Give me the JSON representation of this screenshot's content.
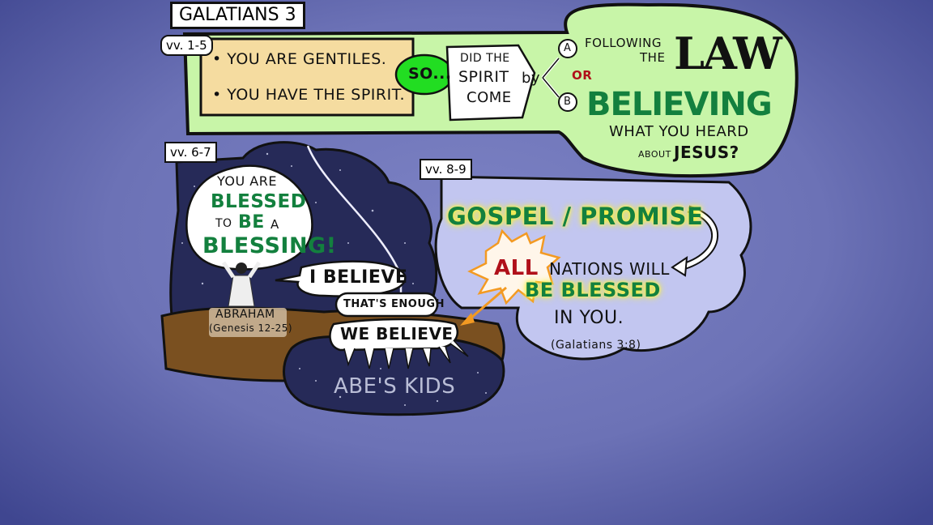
{
  "title": "GALATIANS 3",
  "section1": {
    "verse_label": "vv. 1-5",
    "facts": [
      "• YOU ARE GENTILES.",
      "• YOU HAVE THE SPIRIT."
    ],
    "so": "SO...",
    "question": [
      "DID THE",
      "SPIRIT",
      "COME"
    ],
    "by": "by",
    "option_a": "A",
    "option_b": "B",
    "or": "OR",
    "following_the": [
      "FOLLOWING",
      "THE"
    ],
    "law": "LAW",
    "believing": "BELIEVING",
    "what_you_heard": "WHAT YOU HEARD",
    "about": "ABOUT",
    "jesus": "JESUS?"
  },
  "section2": {
    "verse_label": "vv. 6-7",
    "bubble": {
      "you_are": "YOU ARE",
      "blessed": "BLESSED",
      "to": "TO",
      "be": "BE",
      "a": "A",
      "blessing": "BLESSING!"
    },
    "i_believe": "I BELIEVE",
    "thats_enough": "THAT'S ENOUGH",
    "abraham": "ABRAHAM",
    "genesis": "(Genesis 12-25)",
    "we_believe": "WE BELIEVE",
    "abes_kids": "ABE'S KIDS"
  },
  "section3": {
    "verse_label": "vv. 8-9",
    "gospel_promise": "GOSPEL / PROMISE",
    "all": "ALL",
    "nations_will": "NATIONS WILL",
    "be_blessed": "BE BLESSED",
    "in_you": "IN YOU.",
    "reference": "(Galatians 3:8)"
  },
  "colors": {
    "green_panel": "#c8f5a8",
    "tan_box": "#f5dca0",
    "so_green": "#22dd22",
    "text_green": "#13803e",
    "night": "#262a58",
    "ground": "#7a5020",
    "cloud": "#c2c6f0",
    "red": "#b0101a"
  }
}
